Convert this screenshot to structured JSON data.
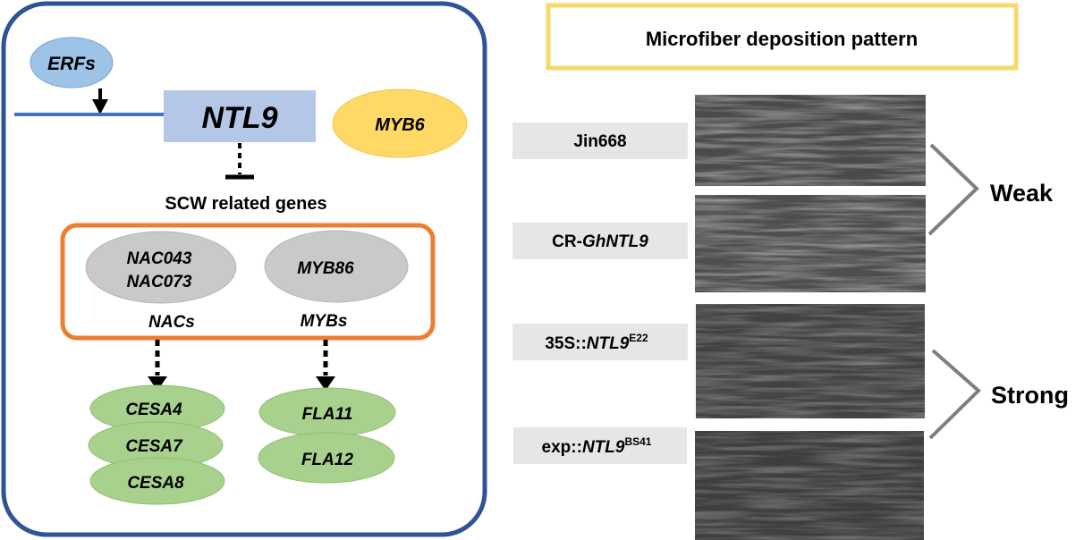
{
  "left_panel": {
    "regulator": "ERFs",
    "central_gene": "NTL9",
    "interactor": "MYB6",
    "targets_title": "SCW related genes",
    "groups": [
      {
        "name": "NACs",
        "members": [
          "NAC043",
          "NAC073"
        ],
        "downstream": [
          "CESA4",
          "CESA7",
          "CESA8"
        ]
      },
      {
        "name": "MYBs",
        "members": [
          "MYB86"
        ],
        "downstream": [
          "FLA11",
          "FLA12"
        ]
      }
    ]
  },
  "right_panel": {
    "title": "Microfiber deposition pattern",
    "samples": [
      {
        "prefix": "Jin668",
        "gene": "",
        "sup": ""
      },
      {
        "prefix": "CR-",
        "gene": "GhNTL9",
        "sup": ""
      },
      {
        "prefix": "35S::",
        "gene": "NTL9",
        "sup": "E22"
      },
      {
        "prefix": "exp::",
        "gene": "NTL9",
        "sup": "BS41"
      }
    ],
    "groups": [
      {
        "label": "Weak"
      },
      {
        "label": "Strong"
      }
    ]
  },
  "colors": {
    "frame_blue": "#2f5496",
    "line_blue": "#4472c4",
    "erf_fill": "#9dc3e6",
    "ntl9_fill": "#b4c7e7",
    "myb6_fill": "#ffd966",
    "orange": "#ed7d31",
    "gray_ellipse": "#c9c9c9",
    "green_ellipse": "#a9d18e",
    "title_border": "#f6d86b",
    "label_bg": "#e7e6e6",
    "bracket": "#7f7f7f"
  }
}
